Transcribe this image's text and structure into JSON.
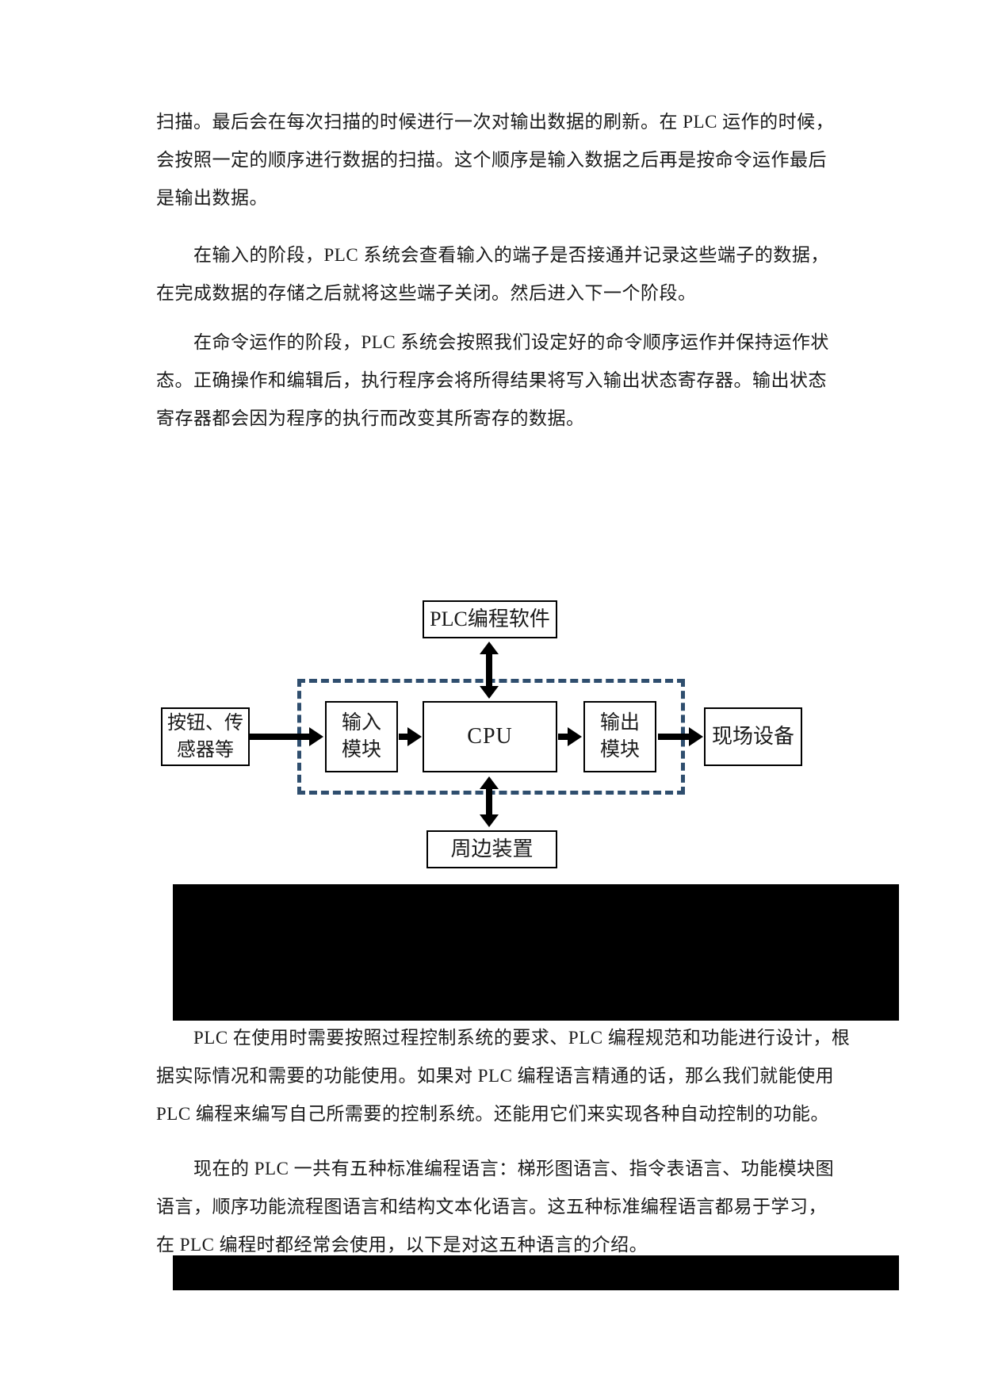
{
  "document": {
    "language": "zh-CN",
    "paragraphs": {
      "p1": {
        "lines": [
          "扫描。最后会在每次扫描的时候进行一次对输出数据的刷新。在 PLC 运作的时候，",
          "会按照一定的顺序进行数据的扫描。这个顺序是输入数据之后再是按命令运作最后",
          "是输出数据。"
        ]
      },
      "p2": {
        "lines": [
          "在输入的阶段，PLC 系统会查看输入的端子是否接通并记录这些端子的数据，",
          "在完成数据的存储之后就将这些端子关闭。然后进入下一个阶段。"
        ]
      },
      "p3": {
        "lines": [
          "在命令运作的阶段，PLC 系统会按照我们设定好的命令顺序运作并保持运作状",
          "态。正确操作和编辑后，执行程序会将所得结果将写入输出状态寄存器。输出状态",
          "寄存器都会因为程序的执行而改变其所寄存的数据。"
        ]
      },
      "p4": {
        "lines": [
          "PLC 在使用时需要按照过程控制系统的要求、PLC 编程规范和功能进行设计，根",
          "据实际情况和需要的功能使用。如果对 PLC 编程语言精通的话，那么我们就能使用",
          "PLC 编程来编写自己所需要的控制系统。还能用它们来实现各种自动控制的功能。"
        ]
      },
      "p5": {
        "lines": [
          "现在的 PLC 一共有五种标准编程语言：梯形图语言、指令表语言、功能模块图",
          "语言，顺序功能流程图语言和结构文本化语言。这五种标准编程语言都易于学习，",
          "在 PLC 编程时都经常会使用，以下是对这五种语言的介绍。"
        ]
      }
    },
    "diagram": {
      "software_box": "PLC编程软件",
      "source_box_line1": "按钮、传",
      "source_box_line2": "感器等",
      "input_box_line1": "输入",
      "input_box_line2": "模块",
      "cpu_box": "CPU",
      "output_box_line1": "输出",
      "output_box_line2": "模块",
      "field_box": "现场设备",
      "peripheral_box": "周边装置"
    },
    "colors": {
      "text": "#1a1a1a",
      "dashed_border": "#2f4e6e",
      "redaction": "#000000",
      "background": "#ffffff"
    }
  }
}
